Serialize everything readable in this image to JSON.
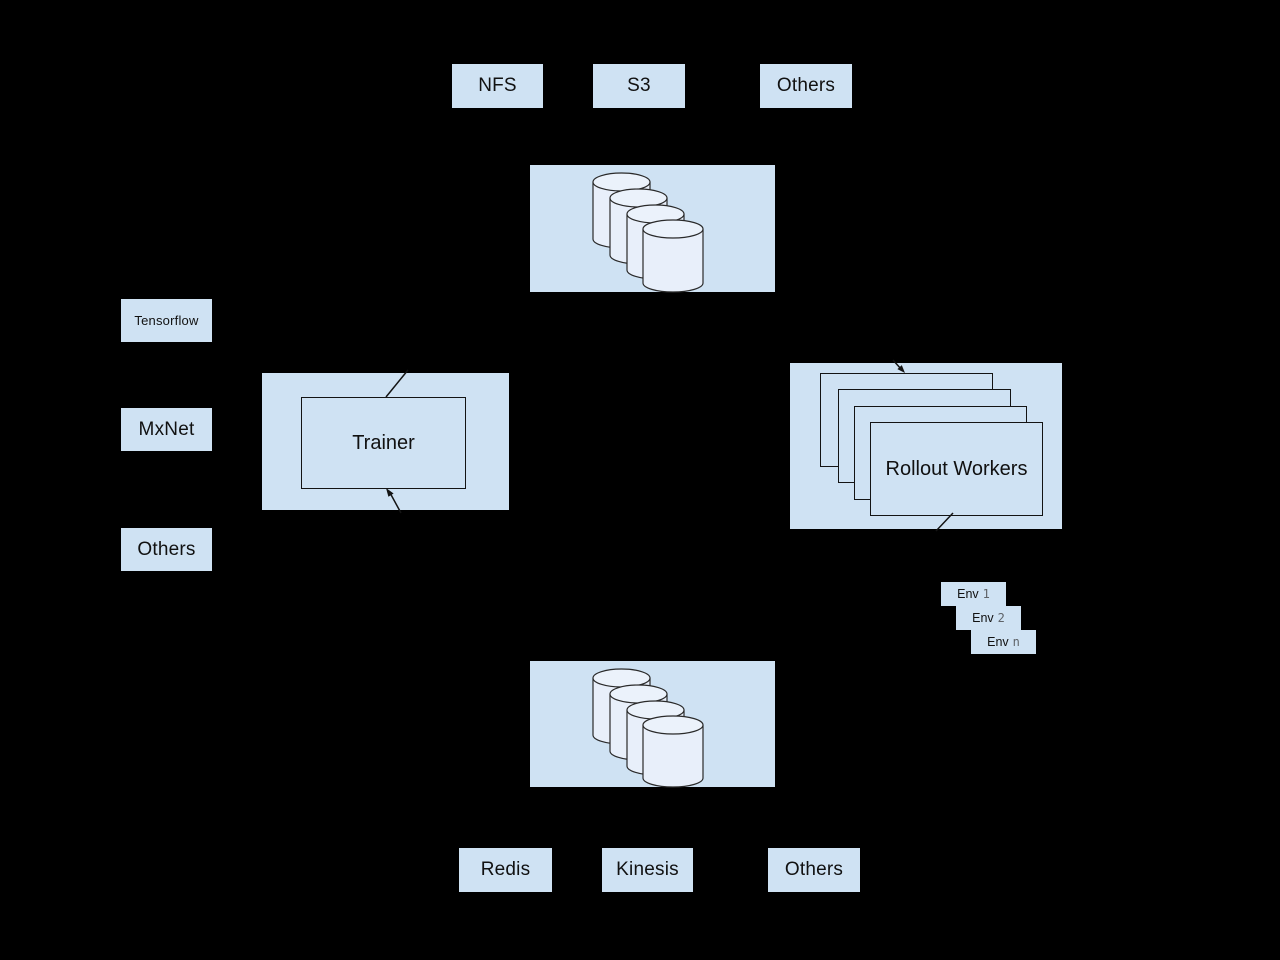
{
  "colors": {
    "background": "#000000",
    "node_fill": "#cfe2f3",
    "cylinder_body_fill": "#e8effa",
    "cylinder_top_fill": "#ebf2fb",
    "stroke": "#141414",
    "env_index_color": "#5f6368"
  },
  "top_row": {
    "items": [
      {
        "label": "NFS"
      },
      {
        "label": "S3"
      },
      {
        "label": "Others"
      }
    ]
  },
  "left_column": {
    "items": [
      {
        "label": "Tensorflow"
      },
      {
        "label": "MxNet"
      },
      {
        "label": "Others"
      }
    ]
  },
  "bottom_row": {
    "items": [
      {
        "label": "Redis"
      },
      {
        "label": "Kinesis"
      },
      {
        "label": "Others"
      }
    ]
  },
  "trainer": {
    "label": "Trainer"
  },
  "rollout_workers": {
    "label": "Rollout Workers",
    "card_count": 4
  },
  "storage_top": {
    "icon": "database-cylinders",
    "cylinder_count": 4
  },
  "storage_bottom": {
    "icon": "database-cylinders",
    "cylinder_count": 4
  },
  "envs": [
    {
      "name": "Env",
      "index": "1"
    },
    {
      "name": "Env",
      "index": "2"
    },
    {
      "name": "Env",
      "index": "n"
    }
  ]
}
